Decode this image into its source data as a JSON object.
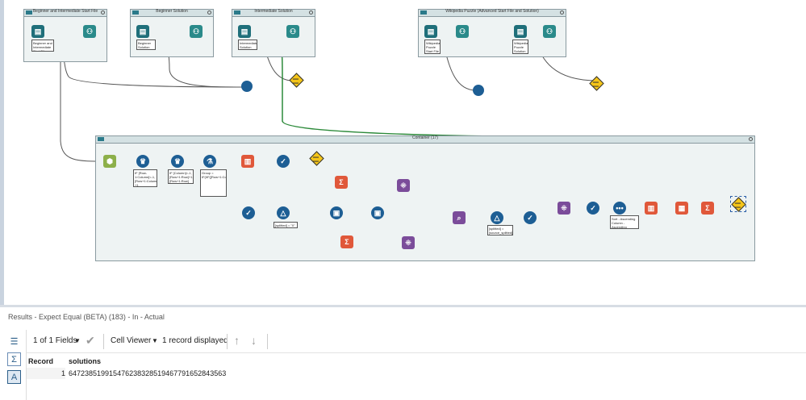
{
  "containers": {
    "beginner_intermediate": {
      "title": "Beginner and Intermediate Start File"
    },
    "beginner_solution": {
      "title": "Beginner Solution"
    },
    "intermediate_solution": {
      "title": "Intermediate Solution"
    },
    "wikipedia": {
      "title": "Wikipedia Puzzle (Advanced Start File and Solution)"
    },
    "main": {
      "title": "Container (17)"
    }
  },
  "annotations": {
    "beginner_intermediate_start": "Beginner and Intermediate Start File",
    "beginner_solution": "Beginner Solution",
    "intermediate_solution": "Intermediate Solution",
    "wiki_start": "Wikipedia Puzzle Start File",
    "wiki_solution": "Wikipedia Puzzle Solution",
    "formula1": "IF [Row-1:Column]<-1, [Row+1:Column] +1",
    "formula2": "IF [Column]<-1, [Row+1:Row]+1, [Row+1:Row]",
    "formula3": "Group = IF(IIF([Row+1:Col]=1...",
    "filter1": "[splitted] = \"0\"",
    "filter2": "[splitted] = [source_splitted]",
    "sort": "Sort - Ascending Column - Ascending"
  },
  "results": {
    "title": "Results - Expect Equal (BETA) (183) - In - Actual",
    "fields_label": "1 of 1 Fields",
    "viewer_label": "Cell Viewer",
    "records_label": "1 record displayed",
    "columns": [
      "Record",
      "solutions"
    ],
    "rows": [
      [
        "1",
        "647238519915476238328519467791652843563..."
      ]
    ]
  },
  "colors": {
    "input": "#1f6f7a",
    "browse": "#2a8a8a",
    "blue_tool": "#1d5e94",
    "orange_tool": "#e0583a",
    "purple_tool": "#7b4c9a",
    "expect": "#f5c518",
    "wire_green": "#2c8a3a"
  }
}
